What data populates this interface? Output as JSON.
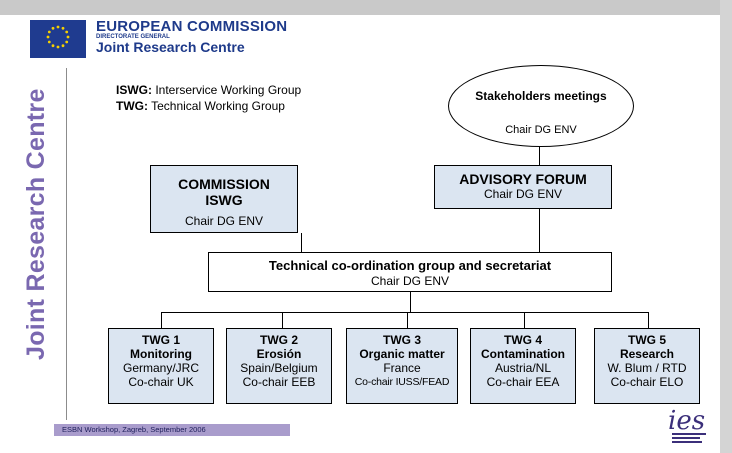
{
  "header": {
    "org": "EUROPEAN COMMISSION",
    "directorate": "DIRECTORATE GENERAL",
    "centre": "Joint Research Centre"
  },
  "side_title": "Joint Research Centre",
  "legend": {
    "iswg_abbr": "ISWG:",
    "iswg_text": " Interservice Working Group",
    "twg_abbr": "TWG:",
    "twg_text": " Technical Working Group"
  },
  "stakeholders": {
    "title": "Stakeholders meetings",
    "chair": "Chair DG ENV"
  },
  "commission_iswg": {
    "line1": "COMMISSION",
    "line2": "ISWG",
    "chair": "Chair DG ENV"
  },
  "advisory_forum": {
    "title": "ADVISORY FORUM",
    "chair": "Chair DG ENV"
  },
  "tech_coordination": {
    "title": "Technical co-ordination group and secretariat",
    "chair": "Chair DG ENV"
  },
  "twgs": [
    {
      "id": "TWG 1",
      "topic": "Monitoring",
      "lead": "Germany/JRC",
      "cochair": "Co-chair UK"
    },
    {
      "id": "TWG 2",
      "topic": "Erosión",
      "lead": "Spain/Belgium",
      "cochair": "Co-chair EEB"
    },
    {
      "id": "TWG 3",
      "topic": "Organic matter",
      "lead": "France",
      "cochair": "Co-chair IUSS/FEAD"
    },
    {
      "id": "TWG 4",
      "topic": "Contamination",
      "lead": "Austria/NL",
      "cochair": "Co-chair EEA"
    },
    {
      "id": "TWG 5",
      "topic": "Research",
      "lead": "W. Blum / RTD",
      "cochair": "Co-chair ELO"
    }
  ],
  "footer": "ESBN Workshop, Zagreb, September 2006",
  "logo_text": "ies",
  "colors": {
    "box_blue": "#dbe5f1",
    "brand_blue": "#1e3a8a",
    "side_purple": "#7a68b0",
    "footer_bar": "#a99ccc"
  }
}
